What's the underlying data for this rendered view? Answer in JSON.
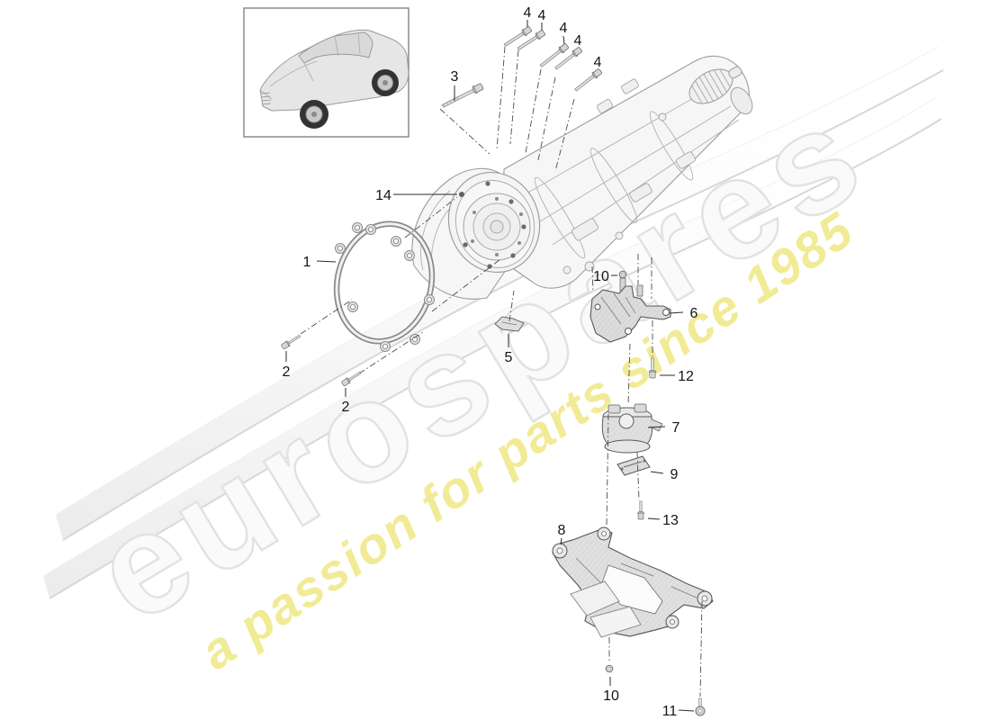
{
  "page": {
    "background": "#ffffff"
  },
  "watermark": {
    "brand": "eurospares",
    "tagline": "a passion for parts since 1985",
    "brand_fill": "#fafafa",
    "brand_outline": "#e2e2e2",
    "tagline_color": "#f1eb96",
    "swoosh_edge": "#d7d7d7"
  },
  "diagram": {
    "type": "exploded-parts-diagram",
    "vehicle": "suv-3quarter-view",
    "line_color": "#9c9c9c",
    "label_color": "#141414"
  },
  "callouts": [
    {
      "label": "1"
    },
    {
      "label": "2"
    },
    {
      "label": "2"
    },
    {
      "label": "3"
    },
    {
      "label": "4"
    },
    {
      "label": "4"
    },
    {
      "label": "4"
    },
    {
      "label": "4"
    },
    {
      "label": "4"
    },
    {
      "label": "5"
    },
    {
      "label": "6"
    },
    {
      "label": "7"
    },
    {
      "label": "8"
    },
    {
      "label": "9"
    },
    {
      "label": "10"
    },
    {
      "label": "10"
    },
    {
      "label": "11"
    },
    {
      "label": "12"
    },
    {
      "label": "13"
    },
    {
      "label": "14"
    }
  ]
}
